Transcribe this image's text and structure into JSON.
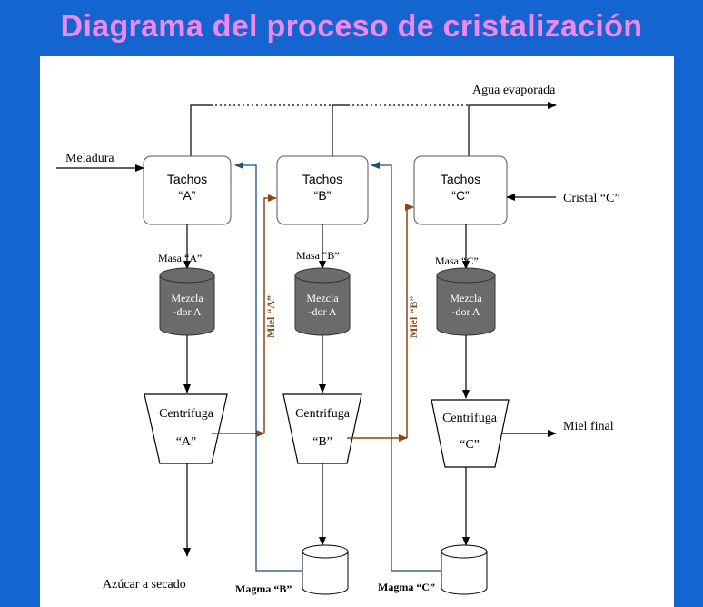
{
  "title": "Diagrama del proceso de cristalización",
  "colors": {
    "background": "#1565d0",
    "title": "#ef88ef",
    "mixer": "#6b6b6b",
    "brown_flow": "#8b4513",
    "blue_flow": "#1f4e79"
  },
  "diagram": {
    "inputs": {
      "meladura": "Meladura",
      "agua": "Agua evaporada",
      "cristal": "Cristal “C”"
    },
    "tachos": [
      {
        "line1": "Tachos",
        "line2": "“A”"
      },
      {
        "line1": "Tachos",
        "line2": "“B”"
      },
      {
        "line1": "Tachos",
        "line2": "“C”"
      }
    ],
    "masas": [
      "Masa “A”",
      "Masa “B”",
      "Masa “C”"
    ],
    "mixers": [
      {
        "line1": "Mezcla",
        "line2": "-dor A"
      },
      {
        "line1": "Mezcla",
        "line2": "-dor A"
      },
      {
        "line1": "Mezcla",
        "line2": "-dor A"
      }
    ],
    "centrifugas": [
      {
        "line1": "Centrifuga",
        "line2": "“A”"
      },
      {
        "line1": "Centrifuga",
        "line2": "“B”"
      },
      {
        "line1": "Centrifuga",
        "line2": "“C”"
      }
    ],
    "mieles": [
      "Miel “A”",
      "Miel “B”"
    ],
    "outputs": {
      "azucar": "Azúcar a secado",
      "miel_final": "Miel final"
    },
    "magmas": [
      "Magma “B”",
      "Magma “C”"
    ]
  }
}
